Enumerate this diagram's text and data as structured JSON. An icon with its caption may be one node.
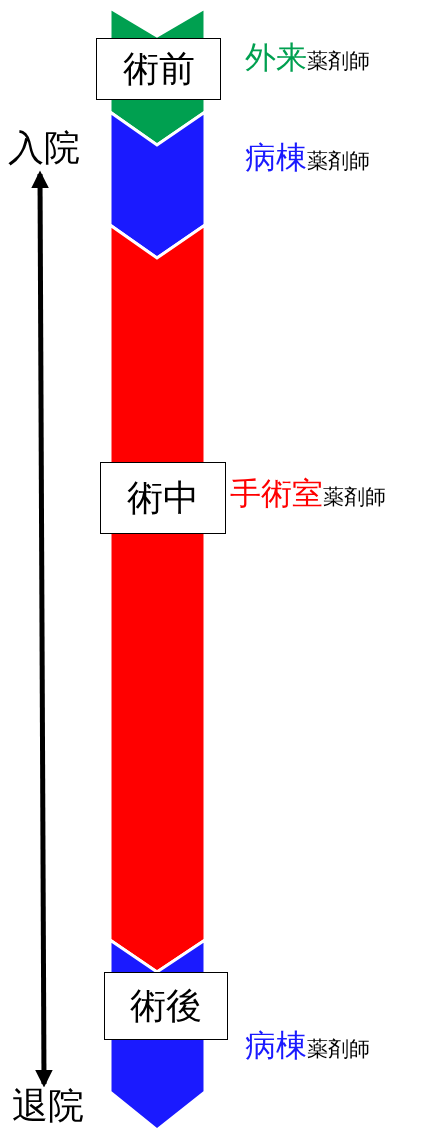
{
  "diagram": {
    "nodes": [
      {
        "text": [
          "術前"
        ]
      },
      {
        "text": [
          "術中"
        ]
      },
      {
        "text": [
          "術後"
        ]
      },
      {
        "text": [
          "入院"
        ]
      },
      {
        "text": [
          "退院"
        ]
      }
    ],
    "edges": [
      {
        "from": 3,
        "to": 4,
        "arrow": "both"
      }
    ],
    "labels": [
      "外来",
      "薬剤師",
      "病棟",
      "薬剤師",
      "手術室",
      "薬剤師",
      "病棟",
      "薬剤師"
    ]
  }
}
